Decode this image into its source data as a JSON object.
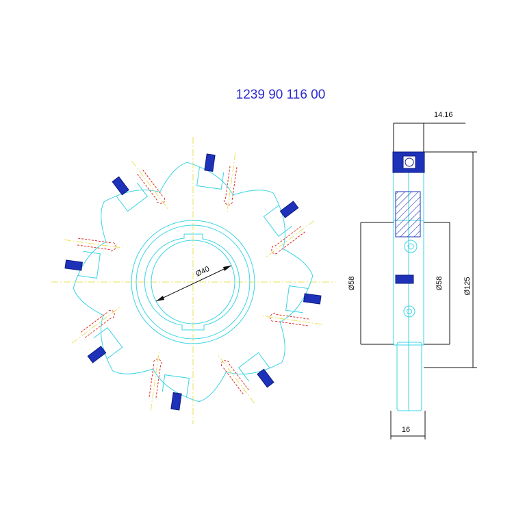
{
  "title": {
    "part_number": "1239 90 116 00"
  },
  "front_view": {
    "bore_diameter_label": "Ø40",
    "tooth_count": 8
  },
  "side_view": {
    "dim_top_label": "14.16",
    "dim_left_label": "Ø58",
    "dim_inner_label": "Ø58",
    "dim_outer_label": "Ø125",
    "dim_bottom_label": "16"
  },
  "colors": {
    "outline": "#39d4e4",
    "center_line": "#e8e35a",
    "hidden_line": "#e02a2a",
    "insert": "#1d32b8",
    "dimension": "#111111",
    "title": "#2b2bd0"
  }
}
